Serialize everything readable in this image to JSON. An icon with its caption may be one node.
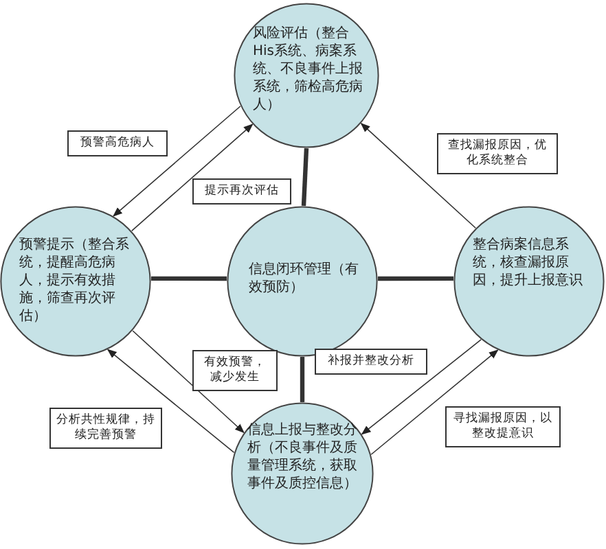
{
  "diagram": {
    "nodes": [
      {
        "text": [
          "风险评估（整合His系统、病案系统、不良事件上报系统，筛检高危病人）"
        ]
      },
      {
        "text": [
          "预警提示（整合系统，提醒高危病人，提示有效措施，筛查再次评估）"
        ]
      },
      {
        "text": [
          "信息闭环管理（有效预防）"
        ]
      },
      {
        "text": [
          "整合病案信息系统，核查漏报原因，提升上报意识"
        ]
      },
      {
        "text": [
          "信息上报与整改分析（不良事件及质量管理系统，获取事件及质控信息）"
        ]
      }
    ],
    "edges": [
      {
        "from": 0,
        "to": 1,
        "arrow": "to",
        "label": "预警高危病人"
      },
      {
        "from": 1,
        "to": 0,
        "arrow": "to",
        "label": "提示再次评估"
      },
      {
        "from": 3,
        "to": 0,
        "arrow": "to",
        "label": "查找漏报原因，优化系统整合"
      },
      {
        "from": 0,
        "to": 2,
        "arrow": "none",
        "style": "thick"
      },
      {
        "from": 1,
        "to": 2,
        "arrow": "none",
        "style": "thick"
      },
      {
        "from": 2,
        "to": 3,
        "arrow": "none",
        "style": "thick"
      },
      {
        "from": 2,
        "to": 4,
        "arrow": "none",
        "style": "thick"
      },
      {
        "from": 1,
        "to": 4,
        "arrow": "to",
        "label": "有效预警，减少发生"
      },
      {
        "from": 4,
        "to": 1,
        "arrow": "to",
        "label": "分析共性规律，持续完善预警"
      },
      {
        "from": 3,
        "to": 4,
        "arrow": "to",
        "label": "补报并整改分析"
      },
      {
        "from": 4,
        "to": 3,
        "arrow": "to",
        "label": "寻找漏报原因，以整改提意识"
      }
    ]
  }
}
